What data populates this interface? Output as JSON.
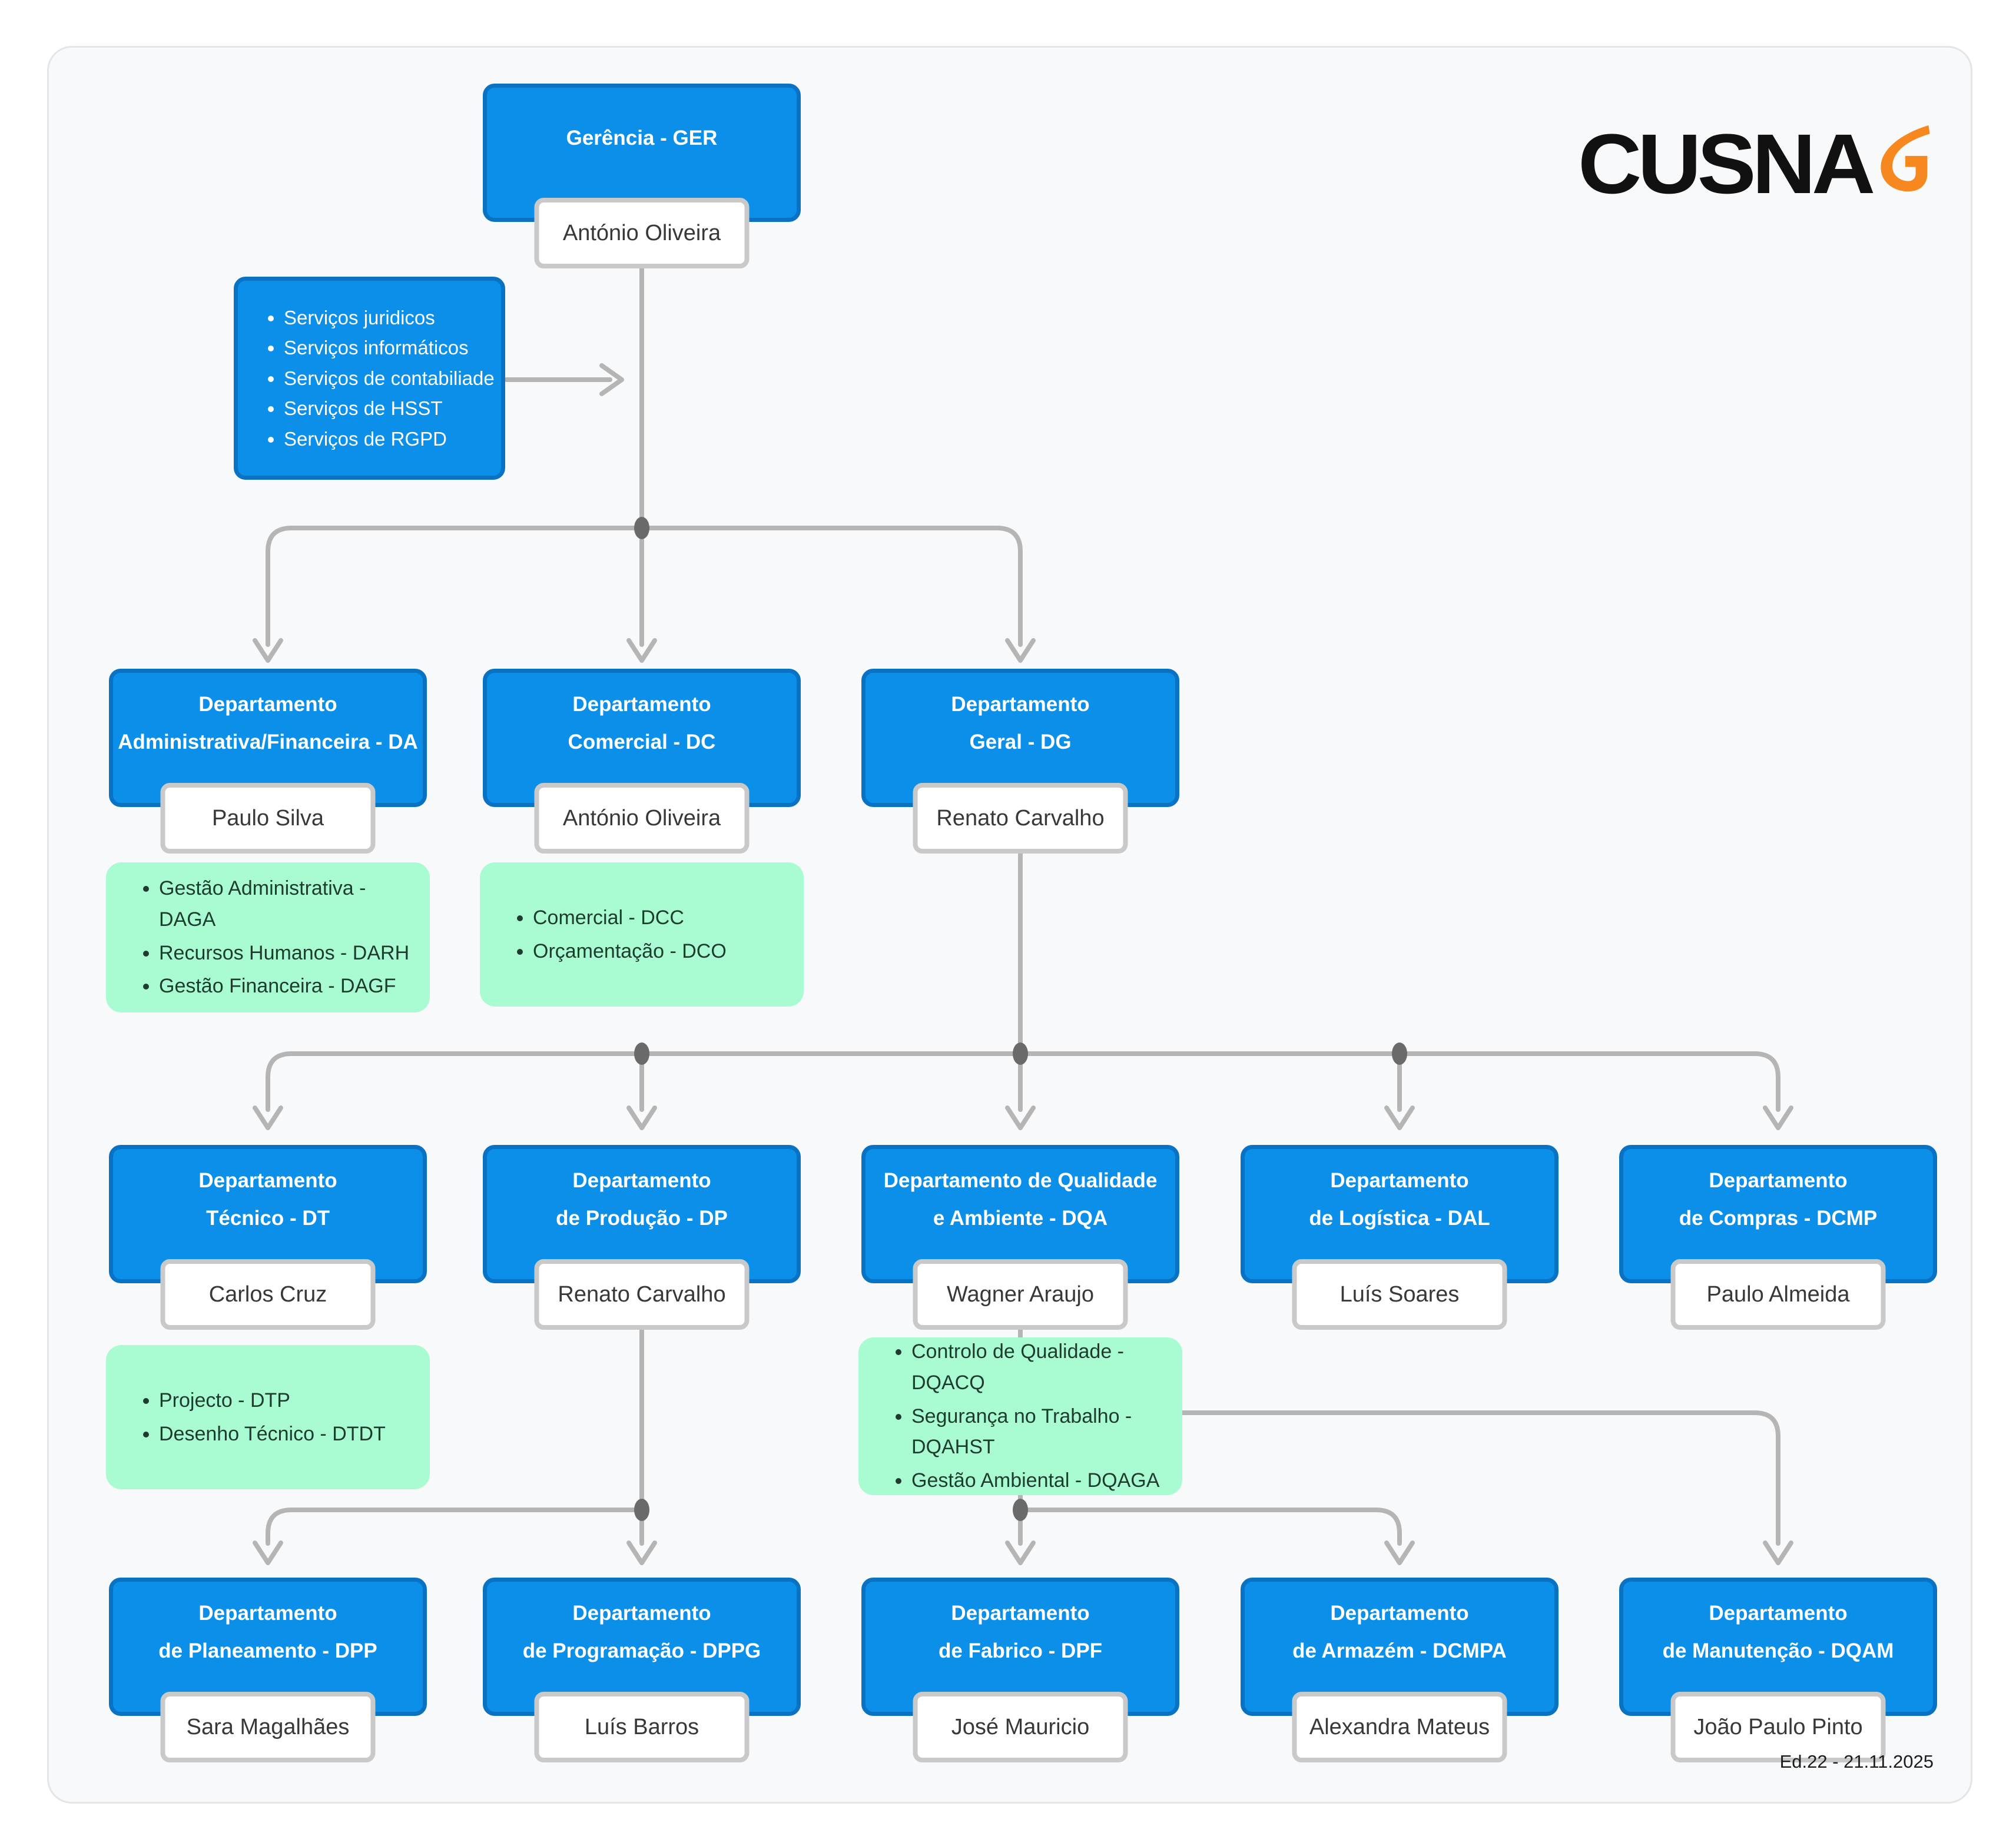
{
  "logo": {
    "text": "CUSNA",
    "g_icon_color": "#F6881F"
  },
  "footer": {
    "edition": "Ed.22 - 21.11.2025"
  },
  "colors": {
    "department_fill": "#0b8fe9",
    "department_border": "#0a72c2",
    "unit_fill": "#a9fbd1",
    "unit_text": "#1e3c2d",
    "connector": "#b5b5b5",
    "junction_dot": "#6a6a6a"
  },
  "services": {
    "items": [
      "Serviços juridicos",
      "Serviços informáticos",
      "Serviços de contabiliade",
      "Serviços de HSST",
      "Serviços de RGPD"
    ]
  },
  "departments": {
    "ger": {
      "title1": "Gerência - GER",
      "manager": "António Oliveira"
    },
    "da": {
      "title1": "Departamento",
      "title2": "Administrativa/Financeira - DA",
      "manager": "Paulo Silva",
      "units": [
        "Gestão Administrativa - DAGA",
        "Recursos Humanos - DARH",
        "Gestão Financeira - DAGF"
      ]
    },
    "dc": {
      "title1": "Departamento",
      "title2": "Comercial - DC",
      "manager": "António Oliveira",
      "units": [
        "Comercial - DCC",
        "Orçamentação - DCO"
      ]
    },
    "dg": {
      "title1": "Departamento",
      "title2": "Geral - DG",
      "manager": "Renato Carvalho"
    },
    "dt": {
      "title1": "Departamento",
      "title2": "Técnico - DT",
      "manager": "Carlos Cruz",
      "units": [
        "Projecto - DTP",
        "Desenho Técnico - DTDT"
      ]
    },
    "dp": {
      "title1": "Departamento",
      "title2": "de Produção - DP",
      "manager": "Renato Carvalho"
    },
    "dqa": {
      "title1": "Departamento de Qualidade",
      "title2": "e Ambiente - DQA",
      "manager": "Wagner Araujo",
      "units": [
        "Controlo de Qualidade - DQACQ",
        "Segurança no Trabalho - DQAHST",
        "Gestão Ambiental - DQAGA"
      ]
    },
    "dal": {
      "title1": "Departamento",
      "title2": "de Logística - DAL",
      "manager": "Luís Soares"
    },
    "dcmp": {
      "title1": "Departamento",
      "title2": "de Compras - DCMP",
      "manager": "Paulo Almeida"
    },
    "dpp": {
      "title1": "Departamento",
      "title2": "de Planeamento - DPP",
      "manager": "Sara Magalhães"
    },
    "dppg": {
      "title1": "Departamento",
      "title2": "de Programação - DPPG",
      "manager": "Luís Barros"
    },
    "dpf": {
      "title1": "Departamento",
      "title2": "de Fabrico - DPF",
      "manager": "José Mauricio"
    },
    "dcmpa": {
      "title1": "Departamento",
      "title2": "de Armazém - DCMPA",
      "manager": "Alexandra Mateus"
    },
    "dqam": {
      "title1": "Departamento",
      "title2": "de Manutenção - DQAM",
      "manager": "João Paulo Pinto"
    }
  }
}
